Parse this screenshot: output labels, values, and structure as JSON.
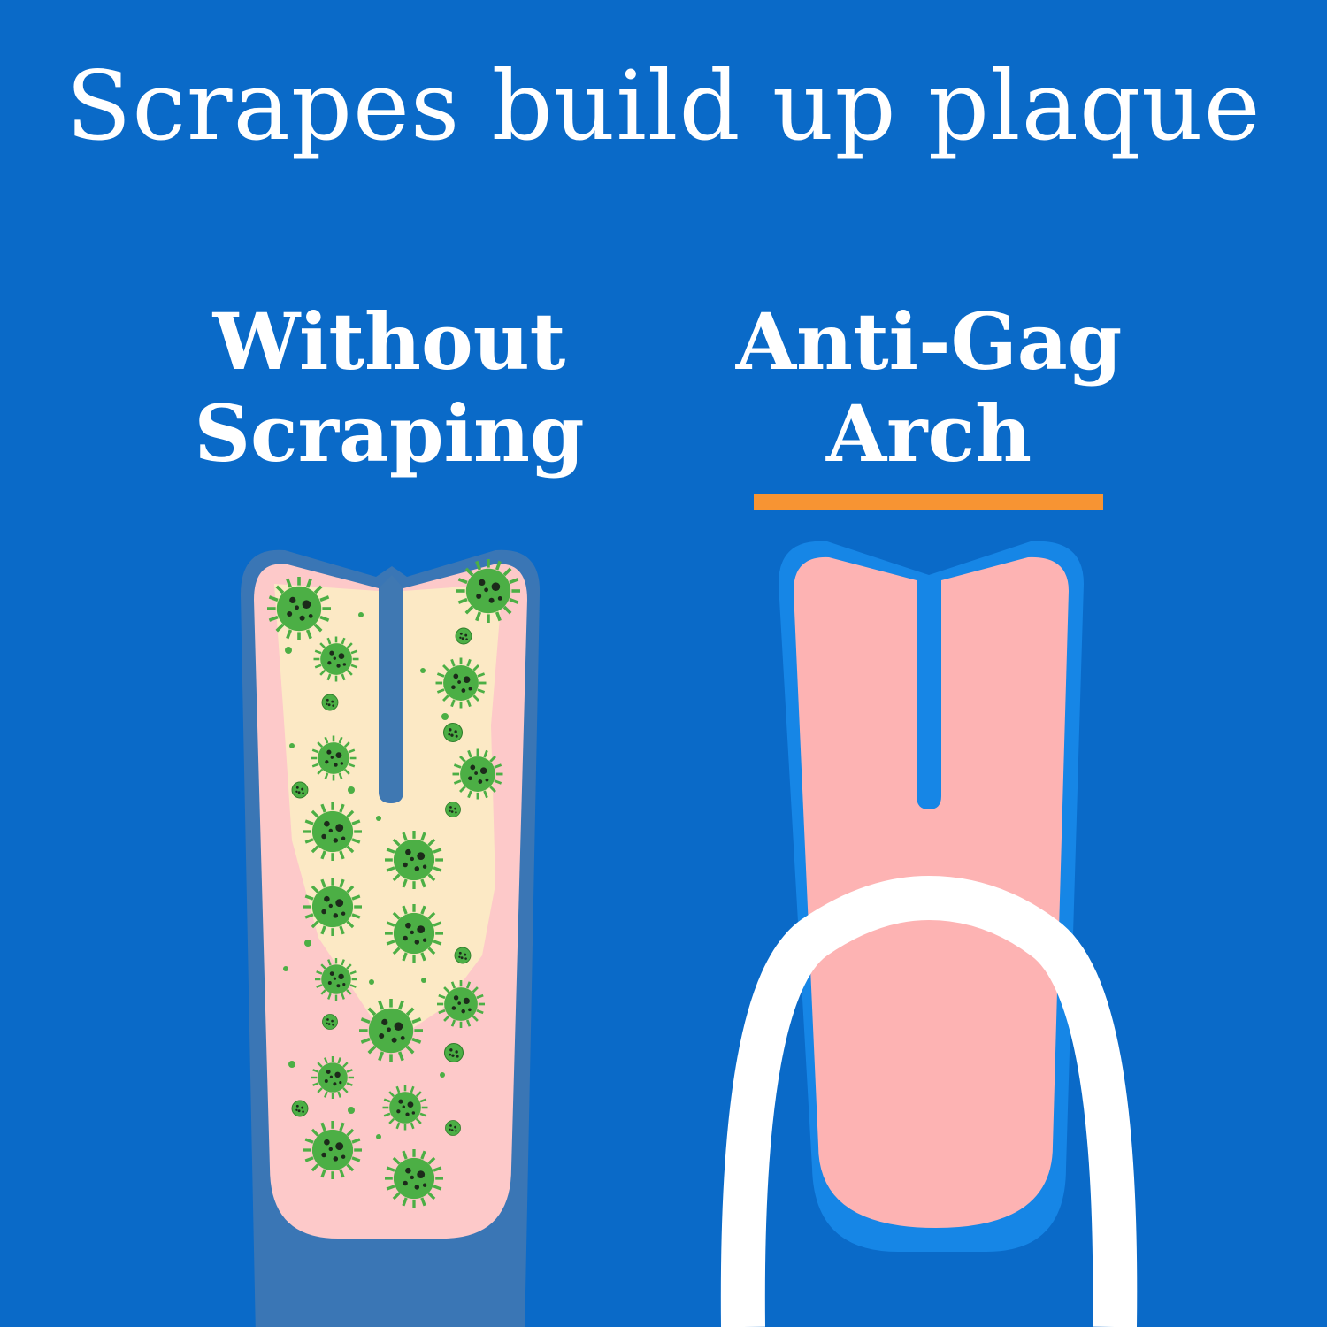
{
  "title": "Scrapes build up plaque",
  "panels": [
    {
      "id": "without",
      "label_line1": "Without",
      "label_line2": "Scraping",
      "state": "plaque-covered tongue with bacteria"
    },
    {
      "id": "with",
      "label_line1": "Anti-Gag",
      "label_line2": "Arch",
      "state": "clean tongue with scraper arch",
      "highlight_underline": true
    }
  ],
  "colors": {
    "background": "#0a6ac8",
    "tongue_pink": "#fdb3b3",
    "plaque_yellow": "#fcebc5",
    "tongue_outline_dirty": "#3f78b2",
    "tongue_outline_clean": "#1686e6",
    "bacteria_green": "#4caf45",
    "scraper_white": "#ffffff",
    "accent_orange": "#f79433"
  }
}
